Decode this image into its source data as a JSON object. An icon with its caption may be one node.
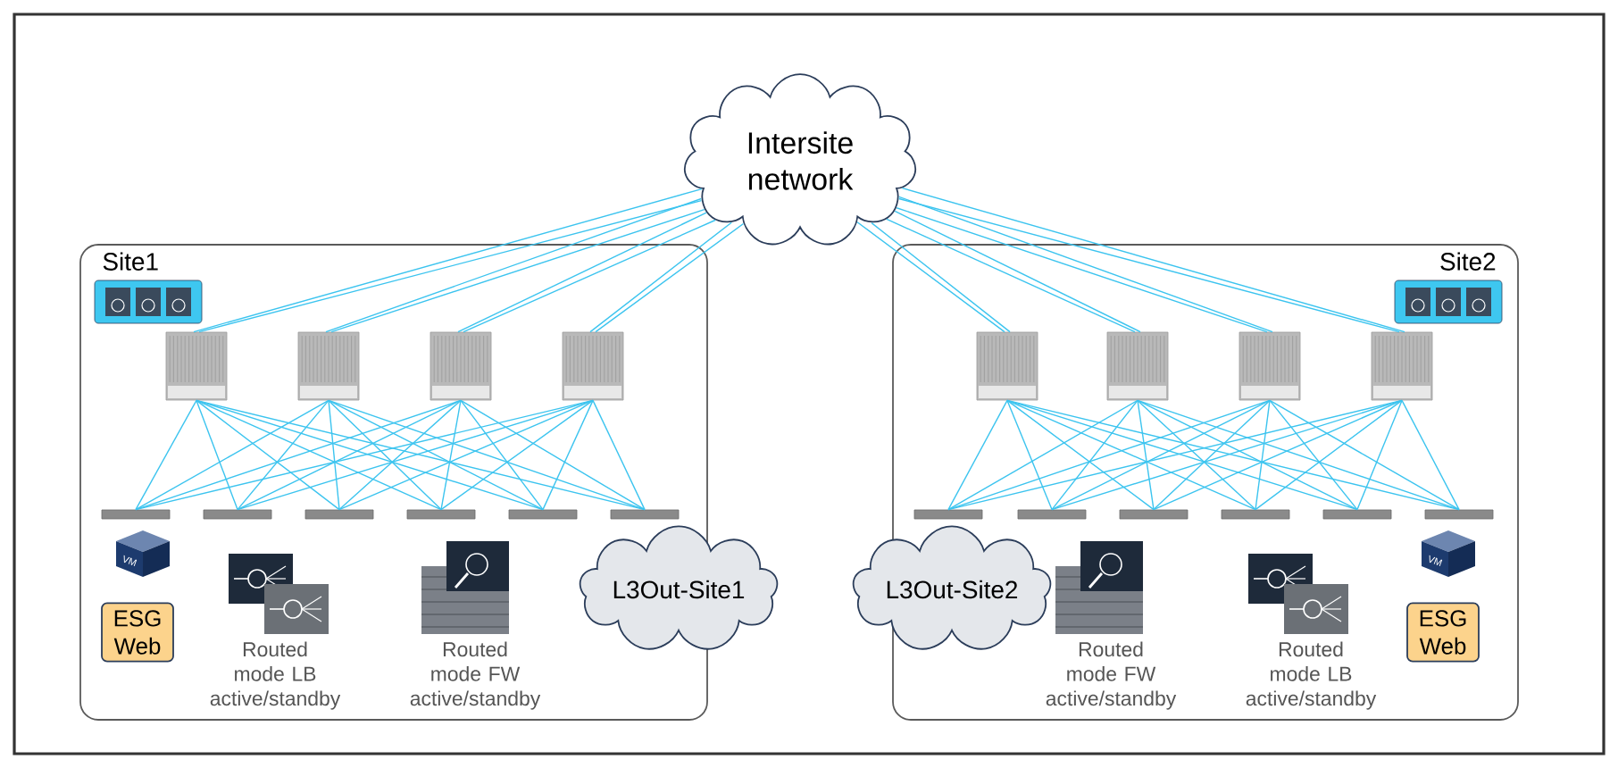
{
  "diagram": {
    "nodes": [
      {
        "text": [
          "Intersite network"
        ]
      },
      {
        "text": [
          "Site1"
        ]
      },
      {
        "text": [
          "Site2"
        ]
      },
      {
        "text": [],
        "shape": "box",
        "in": 1
      },
      {
        "text": [],
        "shape": "box",
        "in": 1
      },
      {
        "text": [],
        "shape": "box",
        "in": 1
      },
      {
        "text": [],
        "shape": "box",
        "in": 1
      },
      {
        "text": [],
        "shape": "box",
        "in": 1
      },
      {
        "text": [],
        "shape": "box",
        "in": 1
      },
      {
        "text": [],
        "shape": "box",
        "in": 1
      },
      {
        "text": [],
        "shape": "box",
        "in": 1
      },
      {
        "text": [],
        "shape": "box",
        "in": 1
      },
      {
        "text": [],
        "shape": "box",
        "in": 1
      },
      {
        "text": [
          "ESG Web"
        ],
        "in": 1
      },
      {
        "text": [
          "L3Out-Site1"
        ]
      },
      {
        "text": [],
        "shape": "box",
        "in": 2
      },
      {
        "text": [],
        "shape": "box",
        "in": 2
      },
      {
        "text": [],
        "shape": "box",
        "in": 2
      },
      {
        "text": [],
        "shape": "box",
        "in": 2
      },
      {
        "text": [],
        "shape": "box",
        "in": 2
      },
      {
        "text": [],
        "shape": "box",
        "in": 2
      },
      {
        "text": [],
        "shape": "box",
        "in": 2
      },
      {
        "text": [],
        "shape": "box",
        "in": 2
      },
      {
        "text": [],
        "shape": "box",
        "in": 2
      },
      {
        "text": [],
        "shape": "box",
        "in": 2
      },
      {
        "text": [
          "L3Out-Site2"
        ]
      },
      {
        "text": [
          "ESG Web"
        ],
        "in": 2
      }
    ],
    "edges": [
      {
        "from": 0,
        "to": 3,
        "arrow": "none"
      },
      {
        "from": 0,
        "to": 3,
        "arrow": "none"
      },
      {
        "from": 0,
        "to": 4,
        "arrow": "none"
      },
      {
        "from": 0,
        "to": 4,
        "arrow": "none"
      },
      {
        "from": 0,
        "to": 5,
        "arrow": "none"
      },
      {
        "from": 0,
        "to": 5,
        "arrow": "none"
      },
      {
        "from": 0,
        "to": 6,
        "arrow": "none"
      },
      {
        "from": 0,
        "to": 6,
        "arrow": "none"
      },
      {
        "from": 0,
        "to": 15,
        "arrow": "none"
      },
      {
        "from": 0,
        "to": 15,
        "arrow": "none"
      },
      {
        "from": 0,
        "to": 16,
        "arrow": "none"
      },
      {
        "from": 0,
        "to": 16,
        "arrow": "none"
      },
      {
        "from": 0,
        "to": 17,
        "arrow": "none"
      },
      {
        "from": 0,
        "to": 17,
        "arrow": "none"
      },
      {
        "from": 0,
        "to": 18,
        "arrow": "none"
      },
      {
        "from": 0,
        "to": 18,
        "arrow": "none"
      },
      {
        "from": 3,
        "to": 7,
        "arrow": "none"
      },
      {
        "from": 3,
        "to": 8,
        "arrow": "none"
      },
      {
        "from": 3,
        "to": 9,
        "arrow": "none"
      },
      {
        "from": 3,
        "to": 10,
        "arrow": "none"
      },
      {
        "from": 3,
        "to": 11,
        "arrow": "none"
      },
      {
        "from": 3,
        "to": 12,
        "arrow": "none"
      },
      {
        "from": 4,
        "to": 7,
        "arrow": "none"
      },
      {
        "from": 4,
        "to": 8,
        "arrow": "none"
      },
      {
        "from": 4,
        "to": 9,
        "arrow": "none"
      },
      {
        "from": 4,
        "to": 10,
        "arrow": "none"
      },
      {
        "from": 4,
        "to": 11,
        "arrow": "none"
      },
      {
        "from": 4,
        "to": 12,
        "arrow": "none"
      },
      {
        "from": 5,
        "to": 7,
        "arrow": "none"
      },
      {
        "from": 5,
        "to": 8,
        "arrow": "none"
      },
      {
        "from": 5,
        "to": 9,
        "arrow": "none"
      },
      {
        "from": 5,
        "to": 10,
        "arrow": "none"
      },
      {
        "from": 5,
        "to": 11,
        "arrow": "none"
      },
      {
        "from": 5,
        "to": 12,
        "arrow": "none"
      },
      {
        "from": 6,
        "to": 7,
        "arrow": "none"
      },
      {
        "from": 6,
        "to": 8,
        "arrow": "none"
      },
      {
        "from": 6,
        "to": 9,
        "arrow": "none"
      },
      {
        "from": 6,
        "to": 10,
        "arrow": "none"
      },
      {
        "from": 6,
        "to": 11,
        "arrow": "none"
      },
      {
        "from": 6,
        "to": 12,
        "arrow": "none"
      },
      {
        "from": 15,
        "to": 19,
        "arrow": "none"
      },
      {
        "from": 15,
        "to": 20,
        "arrow": "none"
      },
      {
        "from": 15,
        "to": 21,
        "arrow": "none"
      },
      {
        "from": 15,
        "to": 22,
        "arrow": "none"
      },
      {
        "from": 15,
        "to": 23,
        "arrow": "none"
      },
      {
        "from": 15,
        "to": 24,
        "arrow": "none"
      },
      {
        "from": 16,
        "to": 19,
        "arrow": "none"
      },
      {
        "from": 16,
        "to": 20,
        "arrow": "none"
      },
      {
        "from": 16,
        "to": 21,
        "arrow": "none"
      },
      {
        "from": 16,
        "to": 22,
        "arrow": "none"
      },
      {
        "from": 16,
        "to": 23,
        "arrow": "none"
      },
      {
        "from": 16,
        "to": 24,
        "arrow": "none"
      },
      {
        "from": 17,
        "to": 19,
        "arrow": "none"
      },
      {
        "from": 17,
        "to": 20,
        "arrow": "none"
      },
      {
        "from": 17,
        "to": 21,
        "arrow": "none"
      },
      {
        "from": 17,
        "to": 22,
        "arrow": "none"
      },
      {
        "from": 17,
        "to": 23,
        "arrow": "none"
      },
      {
        "from": 17,
        "to": 24,
        "arrow": "none"
      },
      {
        "from": 18,
        "to": 19,
        "arrow": "none"
      },
      {
        "from": 18,
        "to": 20,
        "arrow": "none"
      },
      {
        "from": 18,
        "to": 21,
        "arrow": "none"
      },
      {
        "from": 18,
        "to": 22,
        "arrow": "none"
      },
      {
        "from": 18,
        "to": 23,
        "arrow": "none"
      },
      {
        "from": 18,
        "to": 24,
        "arrow": "none"
      }
    ],
    "labels": [
      "VM",
      "VM",
      "Routed mode LB active/standby",
      "Routed mode FW active/standby",
      "Routed mode FW active/standby",
      "Routed mode LB active/standby"
    ]
  }
}
